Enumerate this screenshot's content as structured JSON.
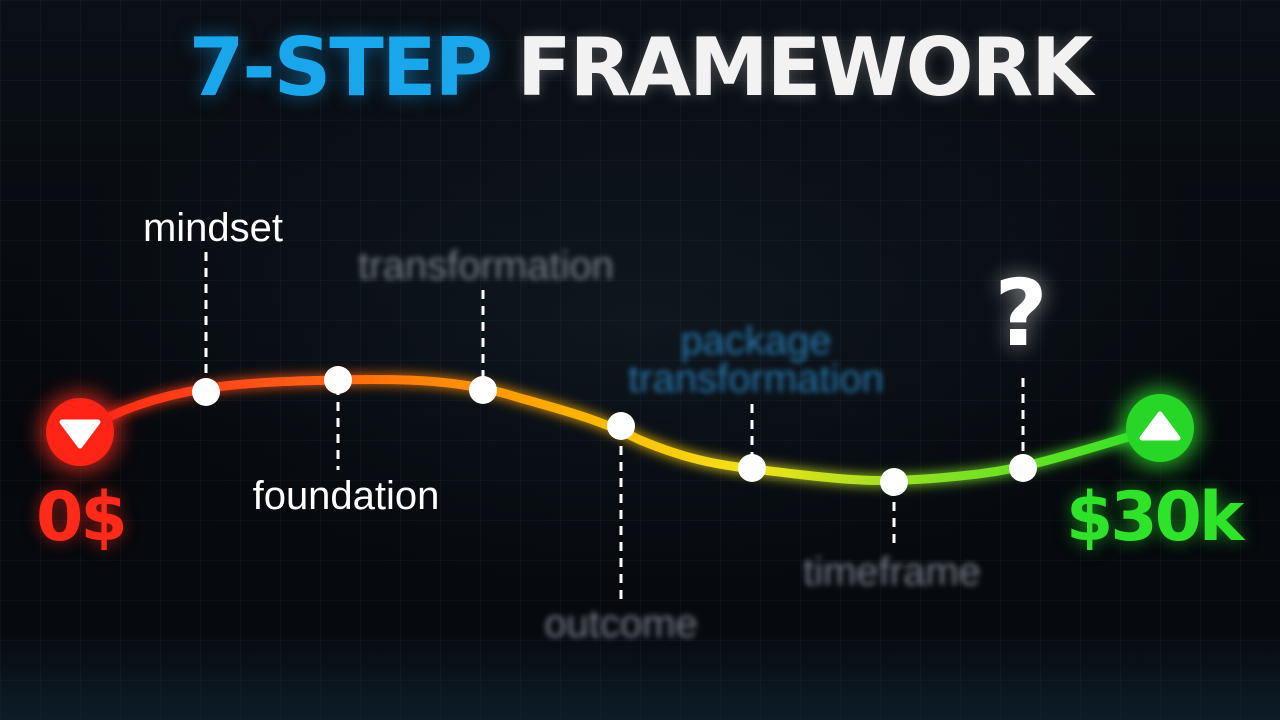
{
  "title": {
    "part1": "7-STEP",
    "part2": "FRAMEWORK"
  },
  "start": {
    "value": "0$",
    "color": "#ff2a1a"
  },
  "end": {
    "value": "$30k",
    "color": "#2ee32a"
  },
  "mystery": "?",
  "steps": [
    {
      "label": "mindset",
      "clarity": "clear"
    },
    {
      "label": "foundation",
      "clarity": "clear"
    },
    {
      "label": "transformation",
      "clarity": "blurred"
    },
    {
      "label": "outcome",
      "clarity": "blurred"
    },
    {
      "label": "package transformation",
      "clarity": "blurred"
    },
    {
      "label": "timeframe",
      "clarity": "blurred"
    }
  ]
}
